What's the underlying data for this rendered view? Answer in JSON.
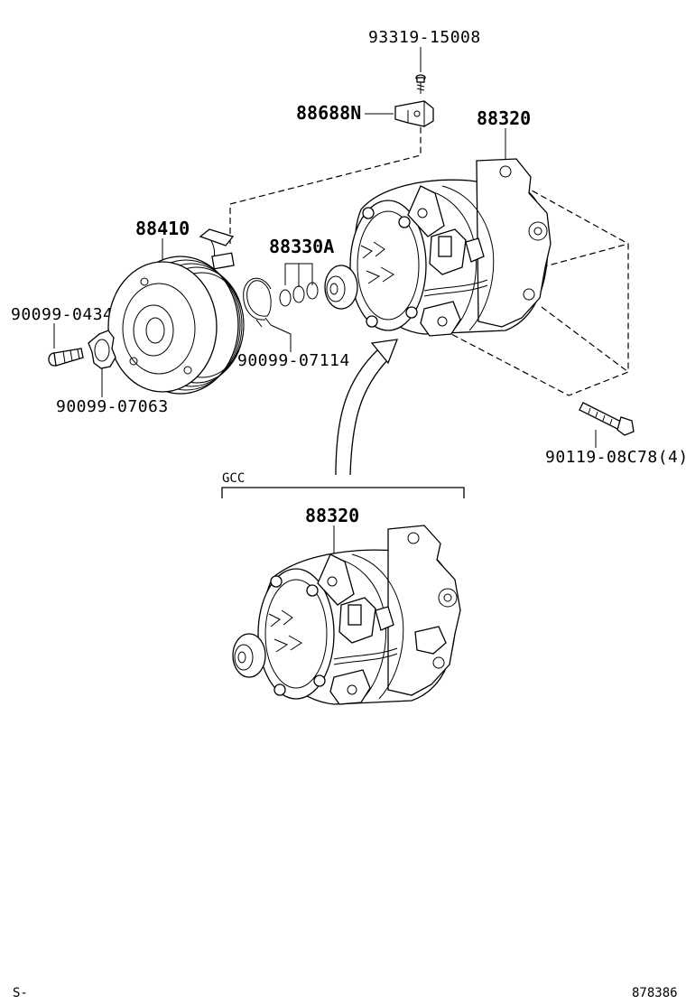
{
  "parts": {
    "screw_top": "93319-15008",
    "bracket": "88688N",
    "compressor_main": "88320",
    "clutch": "88410",
    "o_rings": "88330A",
    "snap_ring": "90099-07114",
    "bolt_left": "90099-04349",
    "washer": "90099-07063",
    "bolt_right": "90119-08C78(4)",
    "compressor_gcc": "88320"
  },
  "group_label": "GCC",
  "footer": {
    "left": "S-",
    "right": "878386"
  }
}
